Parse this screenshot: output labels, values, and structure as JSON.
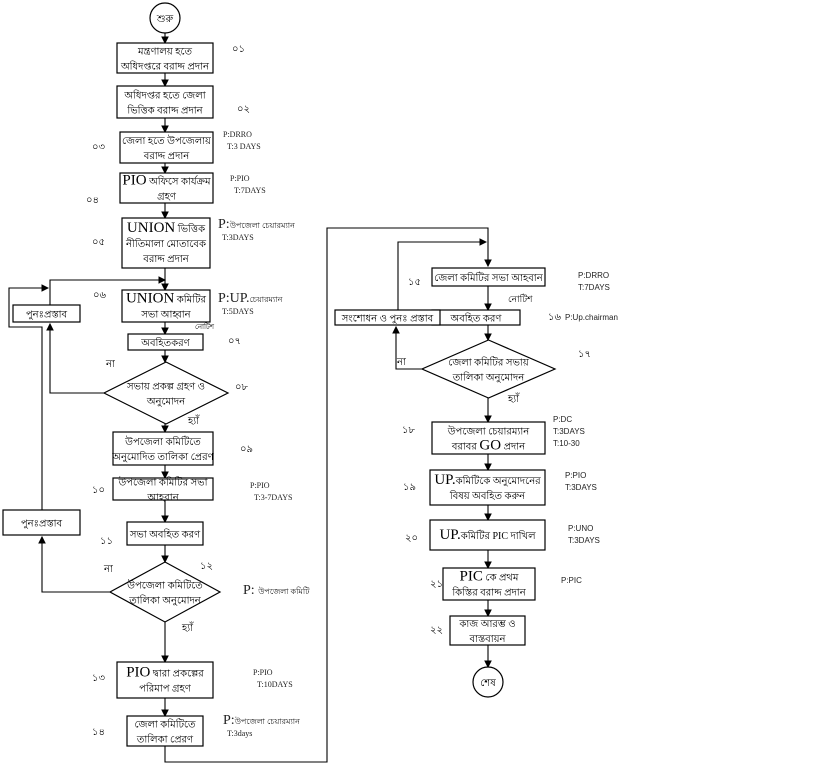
{
  "start_label": "শুরু",
  "end_label": "শেষ",
  "steps": [
    {
      "num": "০১",
      "lines": [
        "মন্ত্রণালয় হতে",
        "অধিদপ্তরে বরাদ্দ প্রদান"
      ],
      "notes": []
    },
    {
      "num": "০২",
      "lines": [
        "অধিদপ্তর  হতে জেলা",
        "ভিত্তিক বরাদ্দ প্রদান"
      ],
      "notes": []
    },
    {
      "num": "০৩",
      "lines": [
        "জেলা হতে উপজেলায়",
        "বরাদ্দ প্রদান"
      ],
      "notes": [
        "P:DRRO",
        "T:3 DAYS"
      ]
    },
    {
      "num": "০৪",
      "lines": [
        "PIO অফিসে কার্যক্রম",
        "গ্রহণ"
      ],
      "notes": [
        "P:PIO",
        "T:7DAYS"
      ]
    },
    {
      "num": "০৫",
      "lines": [
        "UNION ভিত্তিক",
        "নীতিমালা মোতাবেক",
        "বরাদ্দ প্রদান"
      ],
      "notes": [
        "P:উপজেলা চেয়ারম্যান",
        "T:3DAYS"
      ]
    },
    {
      "num": "০৬",
      "lines": [
        "UNION কমিটির",
        "সভা আহ্বান"
      ],
      "notes": [
        "P:UP.চেয়ারম্যান",
        "T:5DAYS"
      ]
    },
    {
      "num": "০৭",
      "lines": [
        "অবহিতকরণ"
      ],
      "notes": []
    },
    {
      "num": "০৮",
      "lines": [
        "সভায় প্রকল্প গ্রহণ ও",
        "অনুমোদন"
      ],
      "notes": []
    },
    {
      "num": "০৯",
      "lines": [
        "উপজেলা কমিটিতে",
        "অনুমোদিত তালিকা প্রেরণ"
      ],
      "notes": []
    },
    {
      "num": "১০",
      "lines": [
        "উপজেলা কমিটির সভা",
        "আহবান"
      ],
      "notes": [
        "P:PIO",
        "T:3-7DAYS"
      ]
    },
    {
      "num": "১১",
      "lines": [
        "সভা অবহিত করণ"
      ],
      "notes": []
    },
    {
      "num": "১২",
      "lines": [
        "উপজেলা কমিটিতে",
        "তালিকা অনুমোদন"
      ],
      "notes": [
        "P: উপজেলা কমিটি"
      ]
    },
    {
      "num": "১৩",
      "lines": [
        "PIO  দ্বারা প্রকল্পের",
        "পরিমাপ গ্রহণ"
      ],
      "notes": [
        "P:PIO",
        "T:10DAYS"
      ]
    },
    {
      "num": "১৪",
      "lines": [
        "জেলা কমিটিতে",
        "তালিকা প্রেরণ"
      ],
      "notes": [
        "P:উপজেলা চেয়ারম্যান",
        "T:3days"
      ]
    },
    {
      "num": "১৫",
      "lines": [
        "জেলা কমিটির সভা আহবান"
      ],
      "notes": [
        "P:DRRO",
        "T:7DAYS"
      ]
    },
    {
      "num": "১৬",
      "lines": [
        "অবহিত করণ"
      ],
      "notes": [
        "P:Up.chairman"
      ]
    },
    {
      "num": "১৭",
      "lines": [
        "জেলা কমিটির সভায়",
        "তালিকা অনুমোদন"
      ],
      "notes": []
    },
    {
      "num": "১৮",
      "lines": [
        "উপজেলা চেয়ারম্যান",
        "বরাবর GO প্রদান"
      ],
      "notes": [
        "P:DC",
        "T:3DAYS",
        "T:10-30"
      ]
    },
    {
      "num": "১৯",
      "lines": [
        "UP.কমিটিকে অনুমোদনের",
        "বিষয় অবহিত করুন"
      ],
      "notes": [
        "P:PIO",
        "T:3DAYS"
      ]
    },
    {
      "num": "২০",
      "lines": [
        "UP.কমিটির PIC দাখিল"
      ],
      "notes": [
        "P:UNO",
        "T:3DAYS"
      ]
    },
    {
      "num": "২১",
      "lines": [
        "PIC কে প্রথম",
        "কিস্তির বরাদ্দ প্রদান"
      ],
      "notes": [
        "P:PIC"
      ]
    },
    {
      "num": "২২",
      "lines": [
        "কাজ আরম্ভ ও",
        "বাস্তবায়ন"
      ],
      "notes": []
    }
  ],
  "side_boxes": {
    "reproposal_1": "পুনঃপ্রস্তাব",
    "reproposal_2": "পুনঃপ্রস্তাব",
    "revise_reproposal": "সংশোধন ও  পুনঃ প্রস্তাব"
  },
  "edge_labels": {
    "notice_1": "নোটিশ",
    "notice_2": "নোটিশ",
    "no_08": "না",
    "yes_08": "হ্যাঁ",
    "no_12": "না",
    "yes_12": "হ্যাঁ",
    "no_17": "না",
    "yes_17": "হ্যাঁ"
  }
}
